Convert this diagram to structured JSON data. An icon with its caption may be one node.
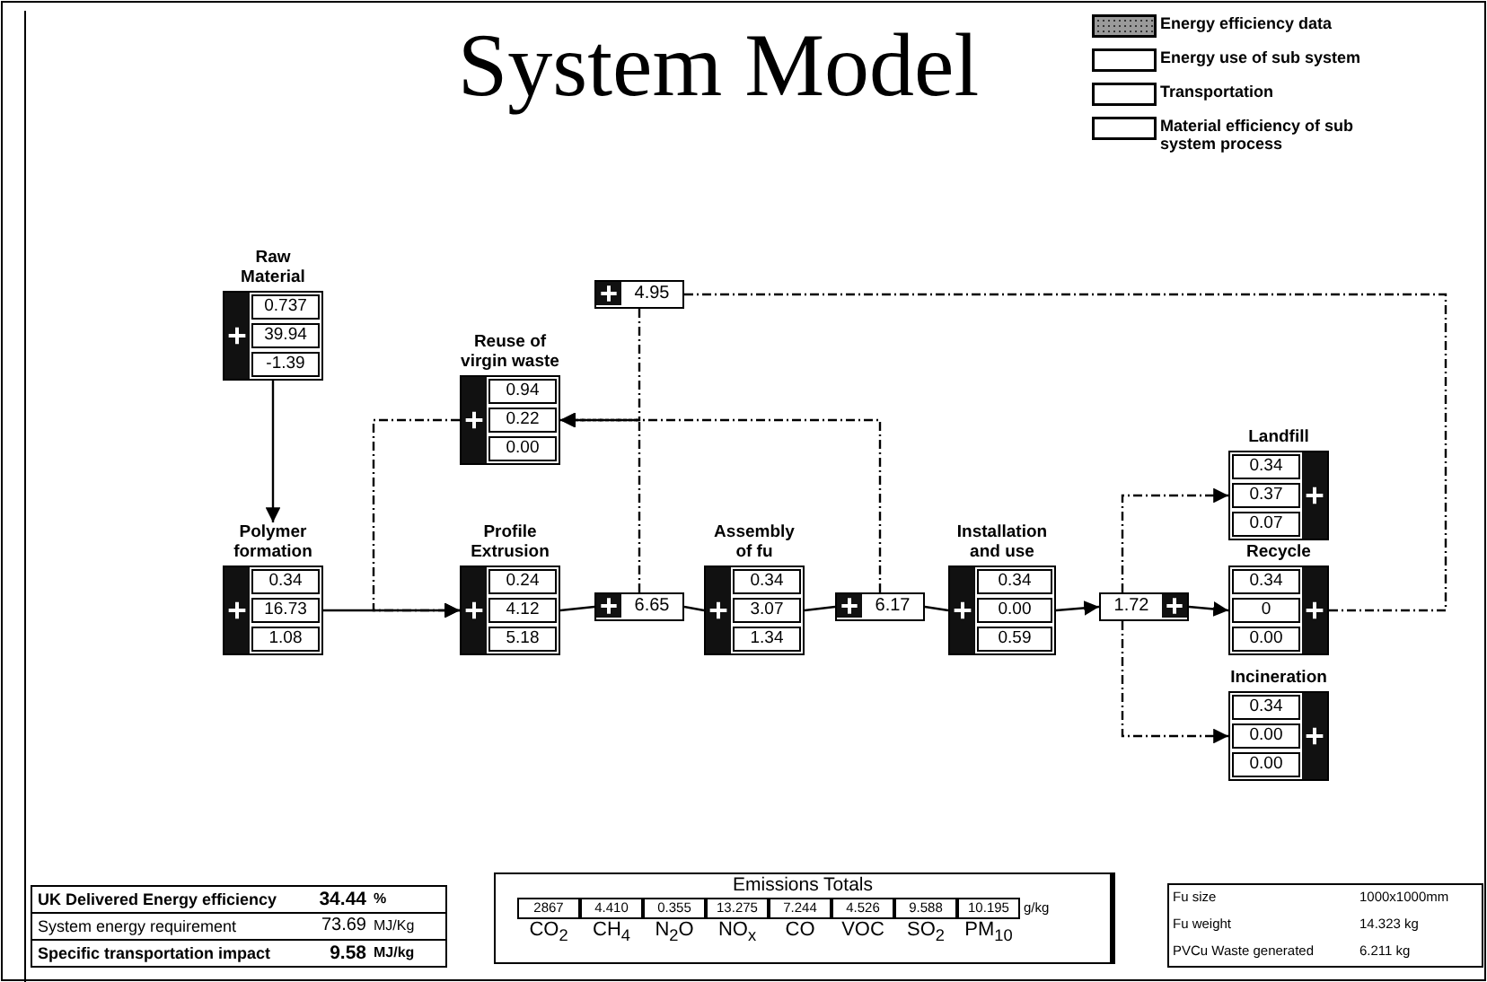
{
  "diagram": {
    "title": "System Model",
    "nodes": [
      {
        "text": [
          "Raw Material",
          "0.737",
          "39.94",
          "-1.39"
        ]
      },
      {
        "text": [
          "4.95"
        ]
      },
      {
        "text": [
          "Reuse of virgin waste",
          "0.94",
          "0.22",
          "0.00"
        ]
      },
      {
        "text": [
          "Polymer formation",
          "0.34",
          "16.73",
          "1.08"
        ]
      },
      {
        "text": [
          "Profile Extrusion",
          "0.24",
          "4.12",
          "5.18"
        ]
      },
      {
        "text": [
          "6.65"
        ]
      },
      {
        "text": [
          "Assembly of fu",
          "0.34",
          "3.07",
          "1.34"
        ]
      },
      {
        "text": [
          "6.17"
        ]
      },
      {
        "text": [
          "Installation and use",
          "0.34",
          "0.00",
          "0.59"
        ]
      },
      {
        "text": [
          "1.72"
        ]
      },
      {
        "text": [
          "Landfill",
          "0.34",
          "0.37",
          "0.07"
        ]
      },
      {
        "text": [
          "Recycle",
          "0.34",
          "0",
          "0.00"
        ]
      },
      {
        "text": [
          "Incineration",
          "0.34",
          "0.00",
          "0.00"
        ]
      }
    ],
    "edges": [
      {
        "from": 0,
        "to": 3,
        "arrow": "to"
      },
      {
        "from": 3,
        "to": 4,
        "arrow": "to"
      },
      {
        "from": 2,
        "to": 4,
        "arrow": "to",
        "style": "dashed"
      },
      {
        "from": 4,
        "to": 5,
        "arrow": "none"
      },
      {
        "from": 5,
        "to": 6,
        "arrow": "none"
      },
      {
        "from": 6,
        "to": 7,
        "arrow": "none"
      },
      {
        "from": 7,
        "to": 8,
        "arrow": "none"
      },
      {
        "from": 1,
        "to": 2,
        "arrow": "to",
        "style": "dashed"
      },
      {
        "from": 5,
        "to": 2,
        "arrow": "to",
        "style": "dashed"
      },
      {
        "from": 7,
        "to": 2,
        "arrow": "to",
        "style": "dashed"
      },
      {
        "from": 11,
        "to": 1,
        "arrow": "none",
        "style": "dashed"
      },
      {
        "from": 8,
        "to": 9,
        "arrow": "to"
      },
      {
        "from": 9,
        "to": 11,
        "arrow": "to"
      },
      {
        "from": 9,
        "to": 10,
        "arrow": "to",
        "style": "dashed"
      },
      {
        "from": 9,
        "to": 12,
        "arrow": "to",
        "style": "dashed"
      }
    ],
    "labels": [
      "UK Delivered Energy efficiency",
      "34.44",
      "%",
      "System energy requirement",
      "73.69",
      "MJ/Kg",
      "Specific transportation impact",
      "9.58",
      "MJ/kg",
      "Emissions Totals",
      "2867",
      "4.410",
      "0.355",
      "13.275",
      "7.244",
      "4.526",
      "9.588",
      "10.195",
      "g/kg",
      "CO$_{2}$",
      "CH$_{4}$",
      "N$_{2}$O",
      "NO$_{x}$",
      "CO",
      "VOC",
      "SO$_{2}$",
      "PM$_{10}$",
      "Fu size",
      "1000x1000mm",
      "Fu weight",
      "14.323 kg",
      "PVCu Waste generated",
      "6.211 kg"
    ],
    "legend": [
      {
        "text": "Energy efficiency data"
      },
      {
        "text": "Energy use of sub system"
      },
      {
        "text": "Transportation"
      },
      {
        "text": "Material efficiency of sub system process"
      }
    ]
  }
}
